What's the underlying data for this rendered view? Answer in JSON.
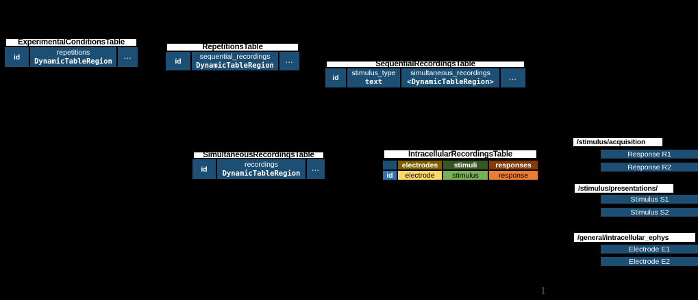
{
  "diagram": {
    "tables": [
      {
        "title": "ExperimentalConditionsTable",
        "cells": [
          {
            "label": "id"
          },
          {
            "line1": "repetitions",
            "line2": "DynamicTableRegion"
          },
          {
            "label": "..."
          }
        ]
      },
      {
        "title": "RepetitionsTable",
        "cells": [
          {
            "label": "id"
          },
          {
            "line1": "sequential_recordings",
            "line2": "DynamicTableRegion"
          },
          {
            "label": "..."
          }
        ]
      },
      {
        "title": "SequentialRecordingsTable",
        "cells": [
          {
            "label": "id"
          },
          {
            "line1": "stimulus_type",
            "line2": "text"
          },
          {
            "line1": "simultaneous_recordings",
            "line2": "<DynamicTableRegion>"
          },
          {
            "label": "..."
          }
        ]
      },
      {
        "title": "SimultaneousRecordingsTable",
        "cells": [
          {
            "label": "id"
          },
          {
            "line1": "recordings",
            "line2": "DynamicTableRegion"
          },
          {
            "label": "..."
          }
        ]
      }
    ],
    "intra": {
      "title": "IntracellularRecordingsTable",
      "categories": [
        "electrodes",
        "stimuli",
        "responses"
      ],
      "columns": [
        "id",
        "electrode",
        "stimulus",
        "response"
      ]
    },
    "groups": [
      {
        "path": "/stimulus/acquisition",
        "items": [
          "Response R1",
          "Response R2"
        ]
      },
      {
        "path": "/stimulus/presentations/",
        "items": [
          "Stimulus S1",
          "Stimulus S2"
        ]
      },
      {
        "path": "/general/intracellular_ephys",
        "items": [
          "Electrode E1",
          "Electrode E2"
        ]
      }
    ],
    "artifact_label": "1",
    "colors": {
      "background": "#000000",
      "table_blue": "#1D4E74",
      "header_bg": "#FFFFFF",
      "id_blue": "#2E74B5",
      "electrodes_olive": "#7F6000",
      "electrode_yellow": "#FFD966",
      "stimuli_dark_green": "#375623",
      "stimulus_green": "#77B055",
      "responses_brown": "#843C0C",
      "response_orange": "#ED7D31",
      "ellipsis_gray": "#CDD5DC",
      "artifact_blue": "#3A5C94"
    }
  }
}
